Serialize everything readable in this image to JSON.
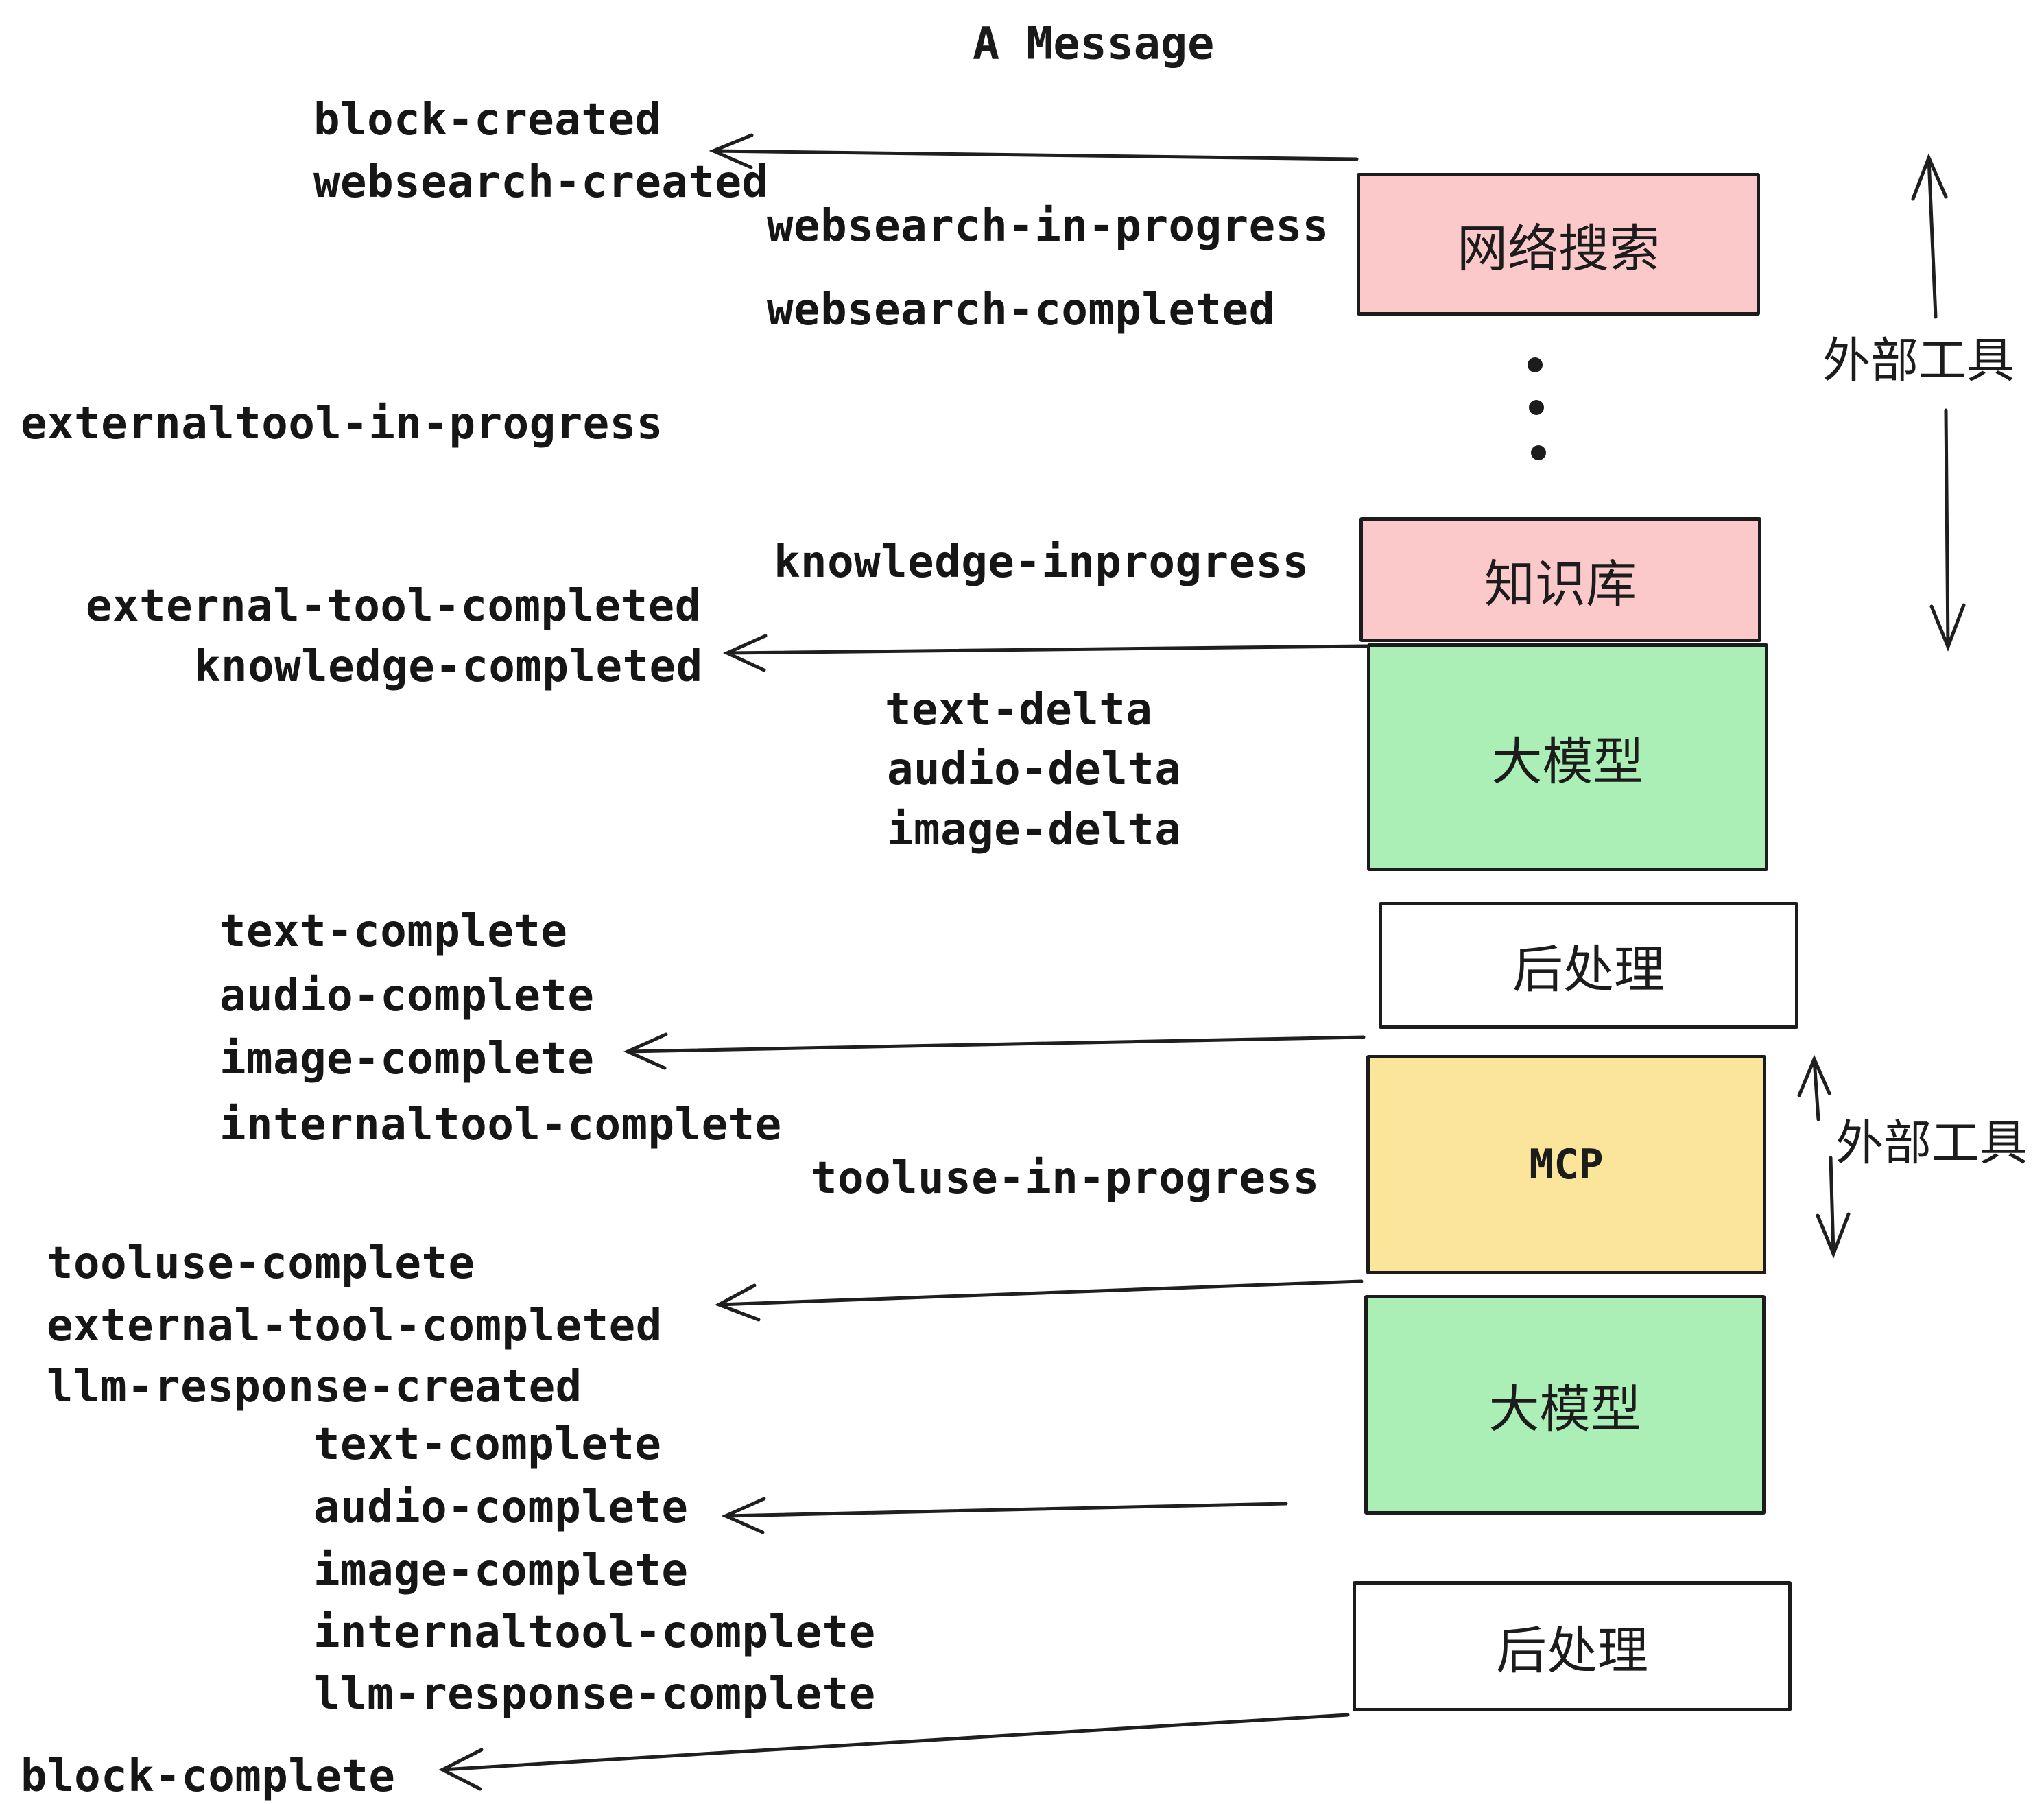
{
  "title": "A Message",
  "colors": {
    "pink": "#fbc9c9",
    "green": "#abefb7",
    "yellow": "#fae59a",
    "white": "#ffffff",
    "ink": "#1c1c1c"
  },
  "boxes": [
    {
      "label": "网络搜索"
    },
    {
      "label": "知识库"
    },
    {
      "label": "大模型"
    },
    {
      "label": "后处理"
    },
    {
      "label": "MCP"
    },
    {
      "label": "大模型"
    },
    {
      "label": "后处理"
    }
  ],
  "side_labels": [
    {
      "text": "外部工具"
    },
    {
      "text": "外部工具"
    }
  ],
  "events": [
    {
      "text": "block-created"
    },
    {
      "text": "websearch-created"
    },
    {
      "text": "websearch-in-progress"
    },
    {
      "text": "websearch-completed"
    },
    {
      "text": "externaltool-in-progress"
    },
    {
      "text": "knowledge-inprogress"
    },
    {
      "text": "external-tool-completed"
    },
    {
      "text": "knowledge-completed"
    },
    {
      "text": "text-delta"
    },
    {
      "text": "audio-delta"
    },
    {
      "text": "image-delta"
    },
    {
      "text": "text-complete"
    },
    {
      "text": "audio-complete"
    },
    {
      "text": "image-complete"
    },
    {
      "text": "internaltool-complete"
    },
    {
      "text": "tooluse-in-progress"
    },
    {
      "text": "tooluse-complete"
    },
    {
      "text": "external-tool-completed"
    },
    {
      "text": "llm-response-created"
    },
    {
      "text": "text-complete"
    },
    {
      "text": "audio-complete"
    },
    {
      "text": "image-complete"
    },
    {
      "text": "internaltool-complete"
    },
    {
      "text": "llm-response-complete"
    },
    {
      "text": "block-complete"
    }
  ]
}
